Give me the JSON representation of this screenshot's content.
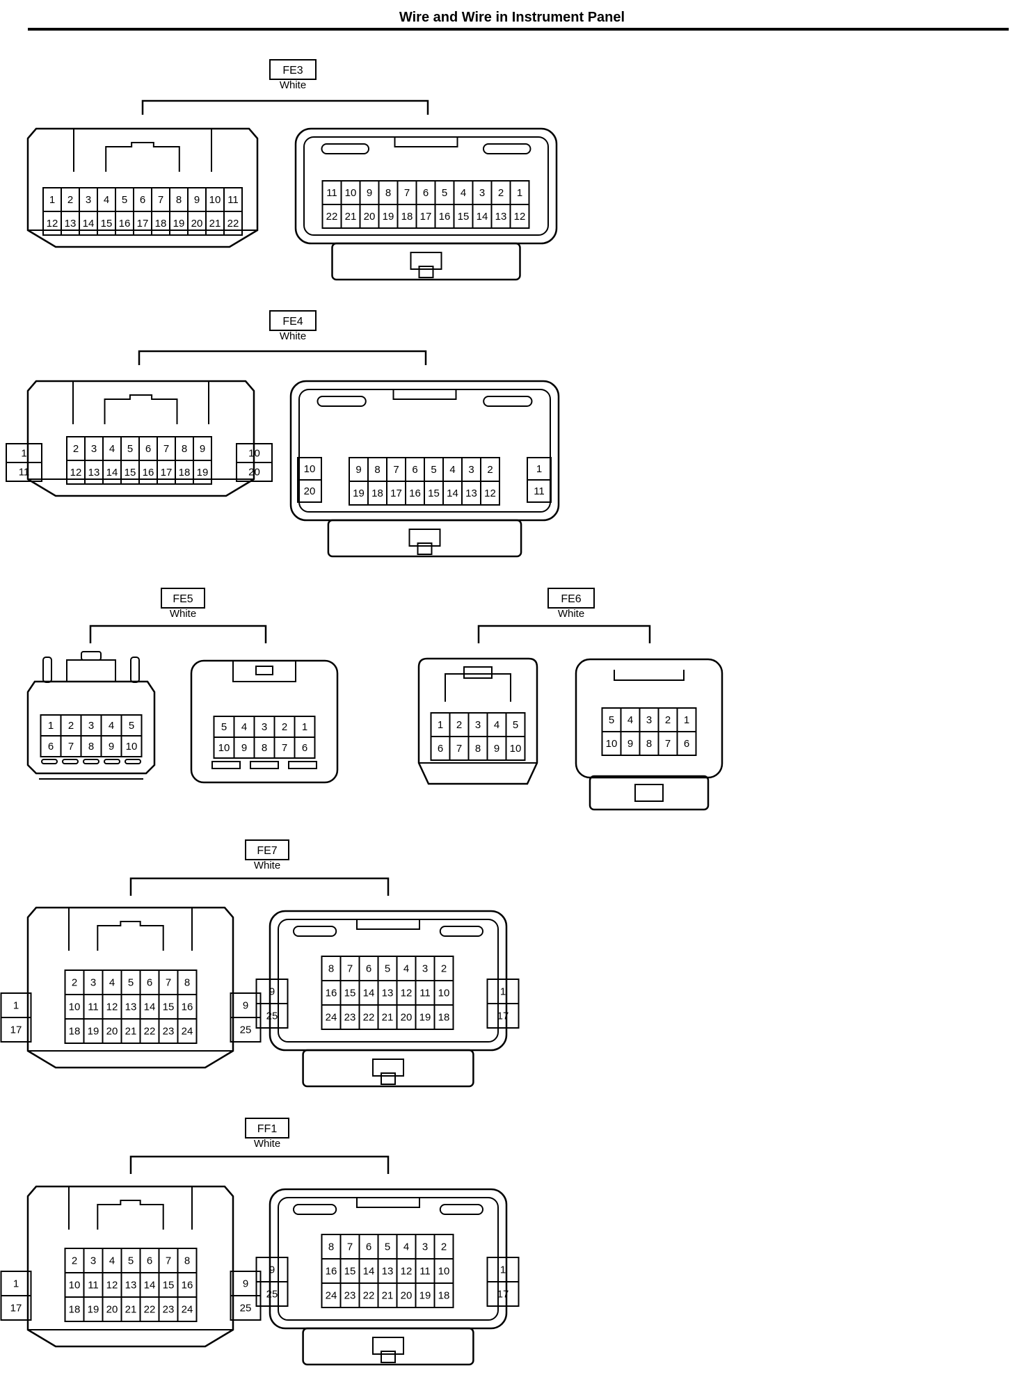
{
  "page": {
    "title": "Wire and Wire in Instrument Panel"
  },
  "connectors": [
    {
      "code": "FE3",
      "color": "White",
      "male": {
        "rows": [
          [
            1,
            2,
            3,
            4,
            5,
            6,
            7,
            8,
            9,
            10,
            11
          ],
          [
            12,
            13,
            14,
            15,
            16,
            17,
            18,
            19,
            20,
            21,
            22
          ]
        ]
      },
      "female": {
        "rows": [
          [
            11,
            10,
            9,
            8,
            7,
            6,
            5,
            4,
            3,
            2,
            1
          ],
          [
            22,
            21,
            20,
            19,
            18,
            17,
            16,
            15,
            14,
            13,
            12
          ]
        ]
      }
    },
    {
      "code": "FE4",
      "color": "White",
      "male": {
        "left": [
          1,
          11
        ],
        "rows": [
          [
            2,
            3,
            4,
            5,
            6,
            7,
            8,
            9
          ],
          [
            12,
            13,
            14,
            15,
            16,
            17,
            18,
            19
          ]
        ],
        "right": [
          10,
          20
        ]
      },
      "female": {
        "left": [
          10,
          20
        ],
        "rows": [
          [
            9,
            8,
            7,
            6,
            5,
            4,
            3,
            2
          ],
          [
            19,
            18,
            17,
            16,
            15,
            14,
            13,
            12
          ]
        ],
        "right": [
          1,
          11
        ]
      }
    },
    {
      "code": "FE5",
      "color": "White",
      "male": {
        "rows": [
          [
            1,
            2,
            3,
            4,
            5
          ],
          [
            6,
            7,
            8,
            9,
            10
          ]
        ]
      },
      "female": {
        "rows": [
          [
            5,
            4,
            3,
            2,
            1
          ],
          [
            10,
            9,
            8,
            7,
            6
          ]
        ]
      }
    },
    {
      "code": "FE6",
      "color": "White",
      "male": {
        "rows": [
          [
            1,
            2,
            3,
            4,
            5
          ],
          [
            6,
            7,
            8,
            9,
            10
          ]
        ]
      },
      "female": {
        "rows": [
          [
            5,
            4,
            3,
            2,
            1
          ],
          [
            10,
            9,
            8,
            7,
            6
          ]
        ]
      }
    },
    {
      "code": "FE7",
      "color": "White",
      "male": {
        "left": [
          1,
          17
        ],
        "rows": [
          [
            2,
            3,
            4,
            5,
            6,
            7,
            8
          ],
          [
            10,
            11,
            12,
            13,
            14,
            15,
            16
          ],
          [
            18,
            19,
            20,
            21,
            22,
            23,
            24
          ]
        ],
        "right": [
          9,
          25
        ]
      },
      "female": {
        "left": [
          9,
          25
        ],
        "rows": [
          [
            8,
            7,
            6,
            5,
            4,
            3,
            2
          ],
          [
            16,
            15,
            14,
            13,
            12,
            11,
            10
          ],
          [
            24,
            23,
            22,
            21,
            20,
            19,
            18
          ]
        ],
        "right": [
          1,
          17
        ]
      }
    },
    {
      "code": "FF1",
      "color": "White",
      "male": {
        "left": [
          1,
          17
        ],
        "rows": [
          [
            2,
            3,
            4,
            5,
            6,
            7,
            8
          ],
          [
            10,
            11,
            12,
            13,
            14,
            15,
            16
          ],
          [
            18,
            19,
            20,
            21,
            22,
            23,
            24
          ]
        ],
        "right": [
          9,
          25
        ]
      },
      "female": {
        "left": [
          9,
          25
        ],
        "rows": [
          [
            8,
            7,
            6,
            5,
            4,
            3,
            2
          ],
          [
            16,
            15,
            14,
            13,
            12,
            11,
            10
          ],
          [
            24,
            23,
            22,
            21,
            20,
            19,
            18
          ]
        ],
        "right": [
          1,
          17
        ]
      }
    }
  ]
}
